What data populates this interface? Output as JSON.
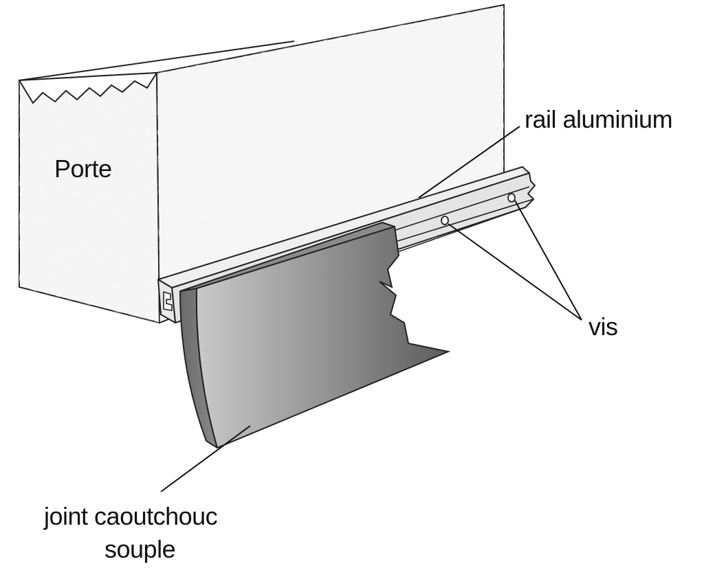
{
  "labels": {
    "porte": "Porte",
    "rail": "rail aluminium",
    "vis": "vis",
    "joint_line1": "joint caoutchouc",
    "joint_line2": "souple"
  },
  "colors": {
    "door_face": "#f4f4f4",
    "door_edge": "#eeeeee",
    "rail": "#e9e9e9",
    "rubber_dark": "#6e6e6e",
    "rubber_light": "#c4c4c4",
    "outline": "#222222"
  }
}
